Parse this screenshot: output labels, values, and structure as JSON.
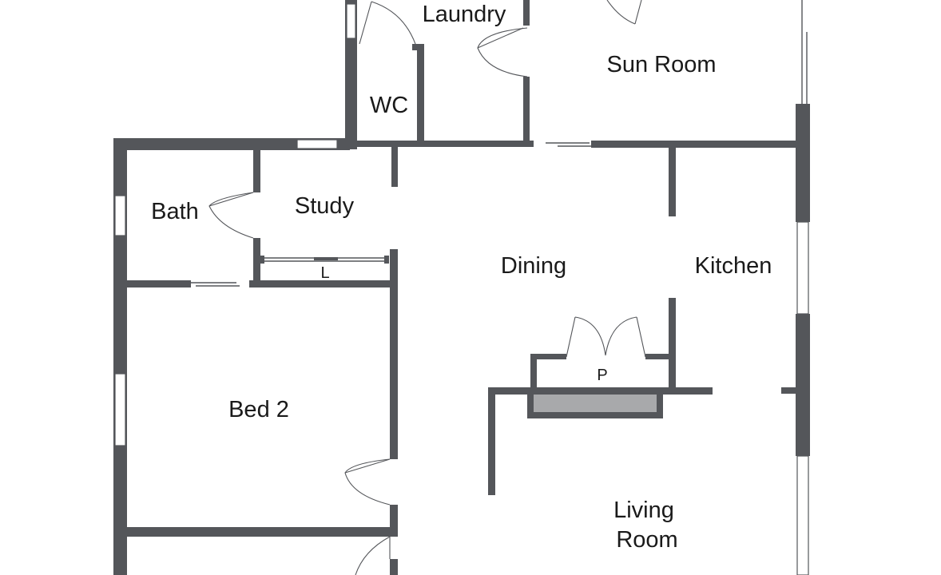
{
  "rooms": {
    "laundry": "Laundry",
    "sun_room": "Sun Room",
    "wc": "WC",
    "bath": "Bath",
    "study": "Study",
    "dining": "Dining",
    "kitchen": "Kitchen",
    "linen": "L",
    "pantry": "P",
    "bed2": "Bed 2",
    "living_line1": "Living",
    "living_line2": "Room"
  },
  "colors": {
    "wall": "#54565a",
    "fireplace": "#a8a9ab",
    "background": "#ffffff"
  }
}
